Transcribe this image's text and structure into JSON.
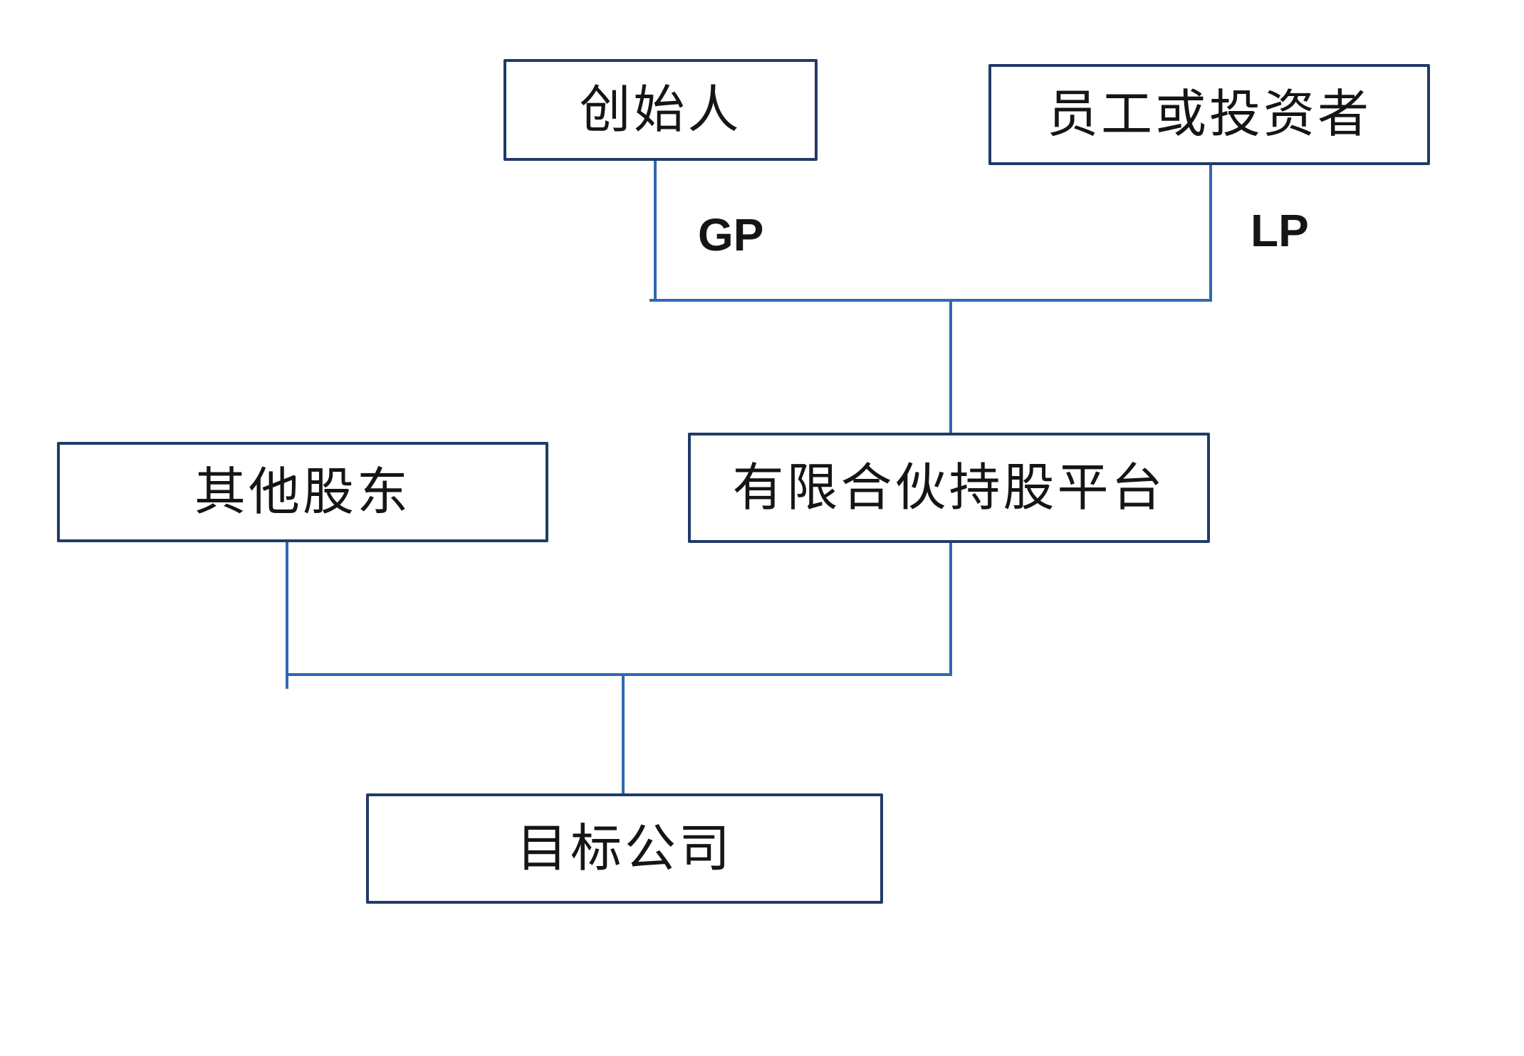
{
  "diagram": {
    "type": "org-structure-flowchart",
    "nodes": {
      "founder": {
        "label": "创始人"
      },
      "employees_or_investors": {
        "label": "员工或投资者"
      },
      "other_shareholders": {
        "label": "其他股东"
      },
      "partnership_platform": {
        "label": "有限合伙持股平台"
      },
      "target_company": {
        "label": "目标公司"
      }
    },
    "edge_labels": {
      "gp": "GP",
      "lp": "LP"
    },
    "edges": [
      {
        "from": "founder",
        "to": "partnership_platform",
        "label": "GP"
      },
      {
        "from": "employees_or_investors",
        "to": "partnership_platform",
        "label": "LP"
      },
      {
        "from": "other_shareholders",
        "to": "target_company",
        "label": ""
      },
      {
        "from": "partnership_platform",
        "to": "target_company",
        "label": ""
      }
    ]
  },
  "colors": {
    "background": "#ffffff",
    "box_border": "#203b66",
    "connector": "#3069b0",
    "text": "#151515"
  }
}
